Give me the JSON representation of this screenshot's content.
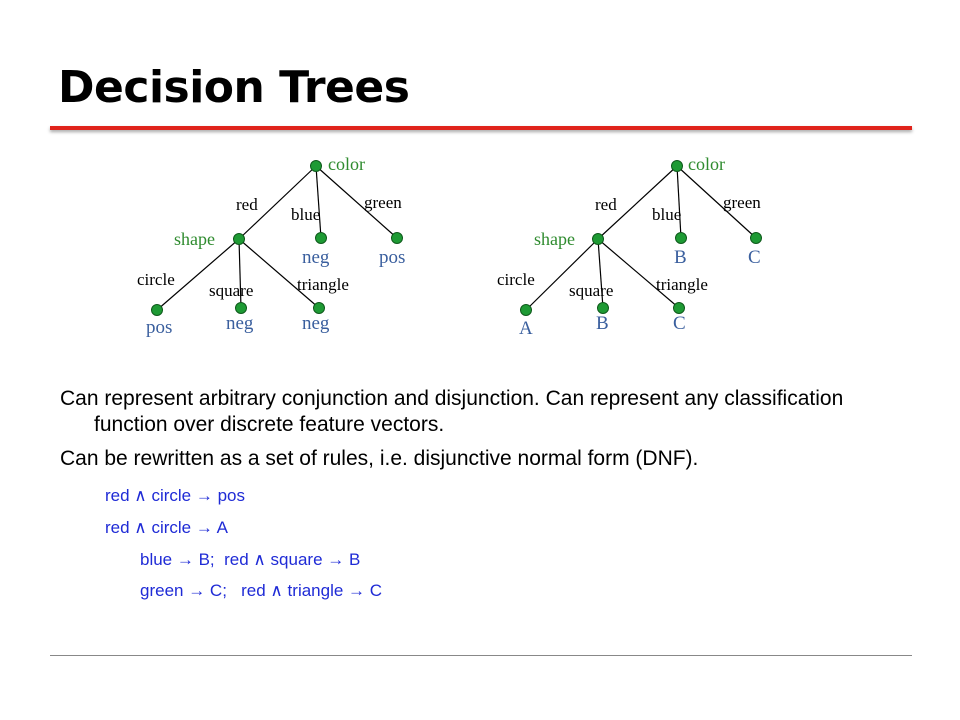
{
  "title": "Decision Trees",
  "tree1": {
    "root": "color",
    "edges": {
      "red": "red",
      "blue": "blue",
      "green": "green"
    },
    "shape": "shape",
    "blue_leaf": "neg",
    "green_leaf": "pos",
    "sub_edges": {
      "circle": "circle",
      "square": "square",
      "triangle": "triangle"
    },
    "circle_leaf": "pos",
    "square_leaf": "neg",
    "triangle_leaf": "neg"
  },
  "tree2": {
    "root": "color",
    "edges": {
      "red": "red",
      "blue": "blue",
      "green": "green"
    },
    "shape": "shape",
    "blue_leaf": "B",
    "green_leaf": "C",
    "sub_edges": {
      "circle": "circle",
      "square": "square",
      "triangle": "triangle"
    },
    "circle_leaf": "A",
    "square_leaf": "B",
    "triangle_leaf": "C"
  },
  "paragraphs": [
    "Can represent arbitrary conjunction and disjunction. Can represent any classification function over discrete feature vectors.",
    "Can be rewritten as a set of rules, i.e. disjunctive normal form (DNF)."
  ],
  "rules": [
    "red ∧ circle → pos",
    "red ∧ circle → A",
    "blue → B;  red ∧ square → B",
    "green → C;   red ∧ triangle → C"
  ],
  "colors": {
    "title_rule": "#e0231c",
    "node": "#1e9a34",
    "attribute_text": "#2e8b2e",
    "leaf_text": "#3a5f9e",
    "rule_text": "#1f2bd6"
  }
}
